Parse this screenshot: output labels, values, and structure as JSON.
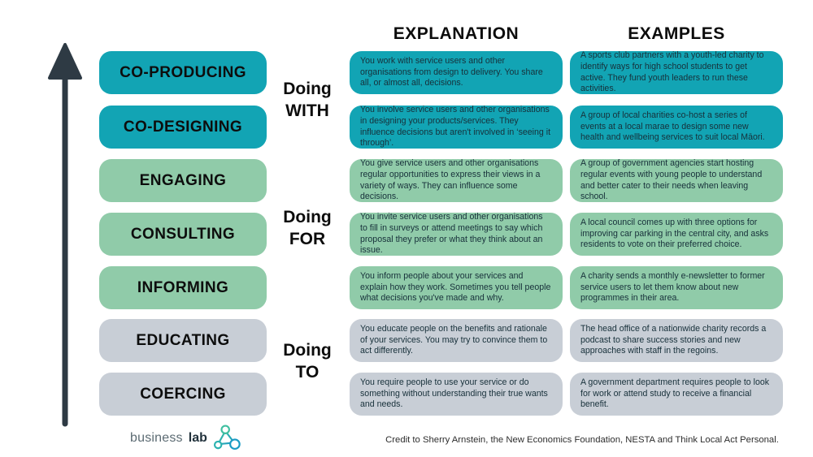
{
  "headers": {
    "explanation": "EXPLANATION",
    "examples": "EXAMPLES"
  },
  "groups": {
    "with": {
      "line1": "Doing",
      "line2": "WITH"
    },
    "for": {
      "line1": "Doing",
      "line2": "FOR"
    },
    "to": {
      "line1": "Doing",
      "line2": "TO"
    }
  },
  "rows": [
    {
      "level": "CO-PRODUCING",
      "tier": "teal",
      "explanation": "You work with service users and other organisations from design to delivery. You share all, or almost all, decisions.",
      "example": "A sports club partners with a youth-led charity to identify ways for high school students to get active. They fund youth leaders to run these activities."
    },
    {
      "level": "CO-DESIGNING",
      "tier": "teal",
      "explanation": "You involve service users and other organisations in designing your products/services. They influence decisions but aren't involved in ‘seeing it through’.",
      "example": "A group of local charities co-host a series of events at a local marae to design some new health and wellbeing services to suit local Māori."
    },
    {
      "level": "ENGAGING",
      "tier": "green",
      "explanation": "You give service users and other organisations regular opportunities to express their views in a variety of ways. They can influence some decisions.",
      "example": "A group of government agencies start hosting regular events with young people to understand and better cater to their needs when leaving school."
    },
    {
      "level": "CONSULTING",
      "tier": "green",
      "explanation": "You invite service users and other organisations to fill in surveys or attend meetings to say which proposal they prefer or what they think about an issue.",
      "example": "A local council comes up with three options for improving car parking in the central city, and asks residents to vote on their preferred choice."
    },
    {
      "level": "INFORMING",
      "tier": "green",
      "explanation": "You inform people about your services and explain how they work. Sometimes you tell people what decisions you've made and why.",
      "example": "A charity sends a monthly e-newsletter to former service users to let them know about new programmes in their area."
    },
    {
      "level": "EDUCATING",
      "tier": "gray",
      "explanation": "You educate people on the benefits and rationale of your services. You may try to convince them to act differently.",
      "example": "The head office of a nationwide charity records a podcast to share success stories and new approaches with staff in the regoins."
    },
    {
      "level": "COERCING",
      "tier": "gray",
      "explanation": "You require people to use your service or do something without understanding their true wants and needs.",
      "example": "A government department requires people to look for work or attend study to receive a financial benefit."
    }
  ],
  "footer": {
    "logo_light": "business",
    "logo_bold": "lab",
    "credit": "Credit to Sherry Arnstein, the New Economics Foundation, NESTA and Think Local Act Personal."
  },
  "colors": {
    "teal": "#12A4B4",
    "green": "#90CBA9",
    "gray": "#C8CED6",
    "arrow": "#2E3A44",
    "logo_gradient_start": "#3FBFA0",
    "logo_gradient_end": "#1A9BC4"
  }
}
